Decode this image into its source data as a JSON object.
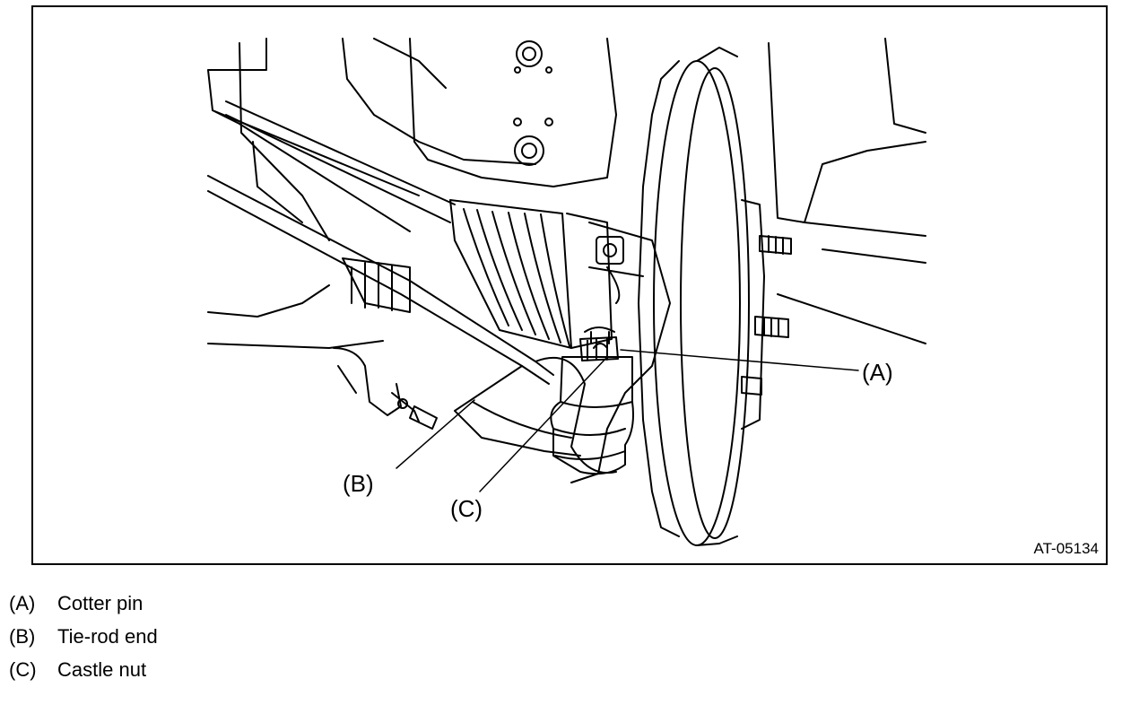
{
  "callouts": [
    {
      "key": "A",
      "text": "(A)"
    },
    {
      "key": "B",
      "text": "(B)"
    },
    {
      "key": "C",
      "text": "(C)"
    }
  ],
  "figure_id": "AT-05134",
  "legend": [
    {
      "key": "(A)",
      "label": "Cotter pin"
    },
    {
      "key": "(B)",
      "label": "Tie-rod end"
    },
    {
      "key": "(C)",
      "label": "Castle nut"
    }
  ]
}
